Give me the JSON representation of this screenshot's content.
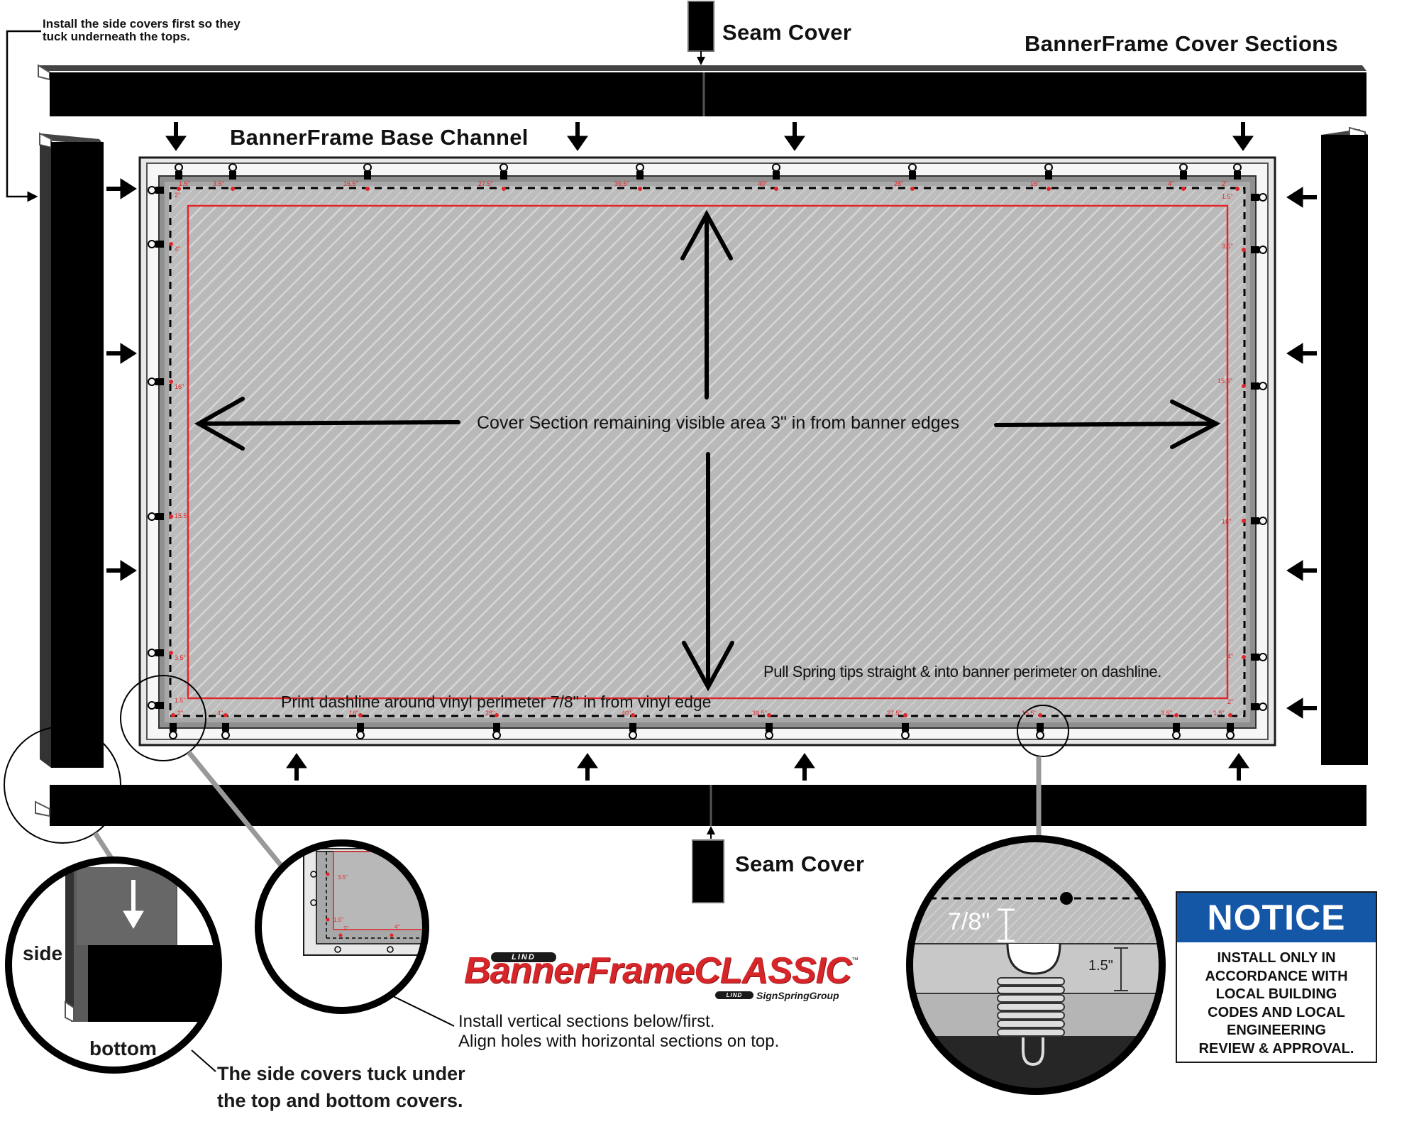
{
  "tip_top_left": {
    "line1": "Install the side covers first so they",
    "line2": "tuck underneath the tops."
  },
  "seam_cover_top": "Seam Cover",
  "seam_cover_bottom": "Seam Cover",
  "cover_sections_title": "BannerFrame Cover Sections",
  "base_channel_title": "BannerFrame Base Channel",
  "visible_area_text": "Cover Section remaining visible area 3\" in from banner edges",
  "pull_spring_text": "Pull Spring tips straight & into banner perimeter on dashline.",
  "dashline_text": "Print dashline around vinyl perimeter 7/8\" in from vinyl edge",
  "measurements": {
    "top": [
      "1.5\"",
      "3.5\"",
      "16.5\"",
      "27.5\"",
      "39.5\"",
      "40\"",
      "28\"",
      "16\"",
      "4\"",
      "2\""
    ],
    "bottom": [
      "2\"",
      "4\"",
      "16\"",
      "28\"",
      "40\"",
      "39.5\"",
      "27.5\"",
      "15.5\"",
      "3.5\"",
      "1.5\""
    ],
    "left": [
      "2\"",
      "4\"",
      "16\"",
      "15.5\"",
      "3.5\"",
      "1.5\""
    ],
    "right": [
      "1.5\"",
      "3.5\"",
      "15.5\"",
      "16\"",
      "4\"",
      "2\""
    ]
  },
  "detail_corner": {
    "m1": "3.5\"",
    "m2": "1.5\"",
    "m3": "2\"",
    "m4": "4\""
  },
  "detail_tuck": {
    "side": "side",
    "bottom": "bottom"
  },
  "detail_spring": {
    "inset": "7/8\"",
    "height": "1.5\""
  },
  "tuck_caption": {
    "line1": "The side covers tuck under",
    "line2": "the top and bottom covers."
  },
  "install_caption": {
    "line1": "Install vertical sections below/first.",
    "line2": "Align holes with horizontal sections on top."
  },
  "logo": {
    "badge": "LIND",
    "main": "BannerFrameCLASSIC",
    "tm": "™",
    "sub_badge": "LIND",
    "sub": "SignSpringGroup"
  },
  "notice": {
    "title": "NOTICE",
    "lines": [
      "INSTALL ONLY IN",
      "ACCORDANCE WITH",
      "LOCAL BUILDING",
      "CODES AND LOCAL",
      "ENGINEERING",
      "REVIEW & APPROVAL."
    ]
  },
  "colors": {
    "cover": "#000000",
    "banner_fill": "#b8b8b8",
    "red_line": "#e0262a",
    "notice_blue": "#1557a7",
    "logo_red": "#d7262a"
  }
}
